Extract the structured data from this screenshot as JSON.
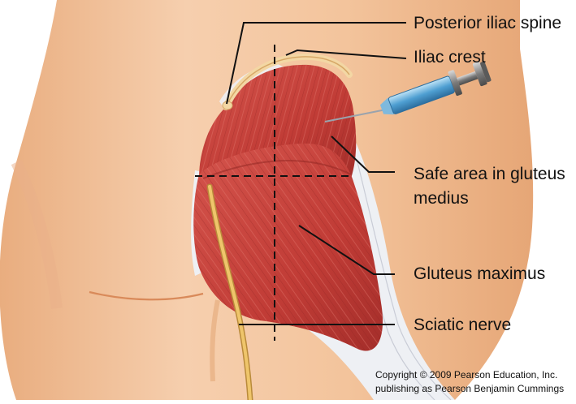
{
  "labels": {
    "posterior_iliac_spine": "Posterior iliac spine",
    "iliac_crest": "Iliac crest",
    "safe_area": "Safe area in gluteus medius",
    "gluteus_maximus": "Gluteus maximus",
    "sciatic_nerve": "Sciatic nerve"
  },
  "copyright": {
    "line1": "Copyright © 2009 Pearson Education, Inc.",
    "line2": "publishing as Pearson Benjamin Cummings"
  },
  "colors": {
    "skin": "#f2c49f",
    "skin_shadow": "#e4a878",
    "muscle": "#c8403a",
    "muscle_dark": "#9e2a26",
    "fascia": "#eef0f4",
    "nerve": "#e9b85c",
    "syringe_barrel": "#5aa7d6",
    "syringe_plunger": "#8c8c8c"
  }
}
